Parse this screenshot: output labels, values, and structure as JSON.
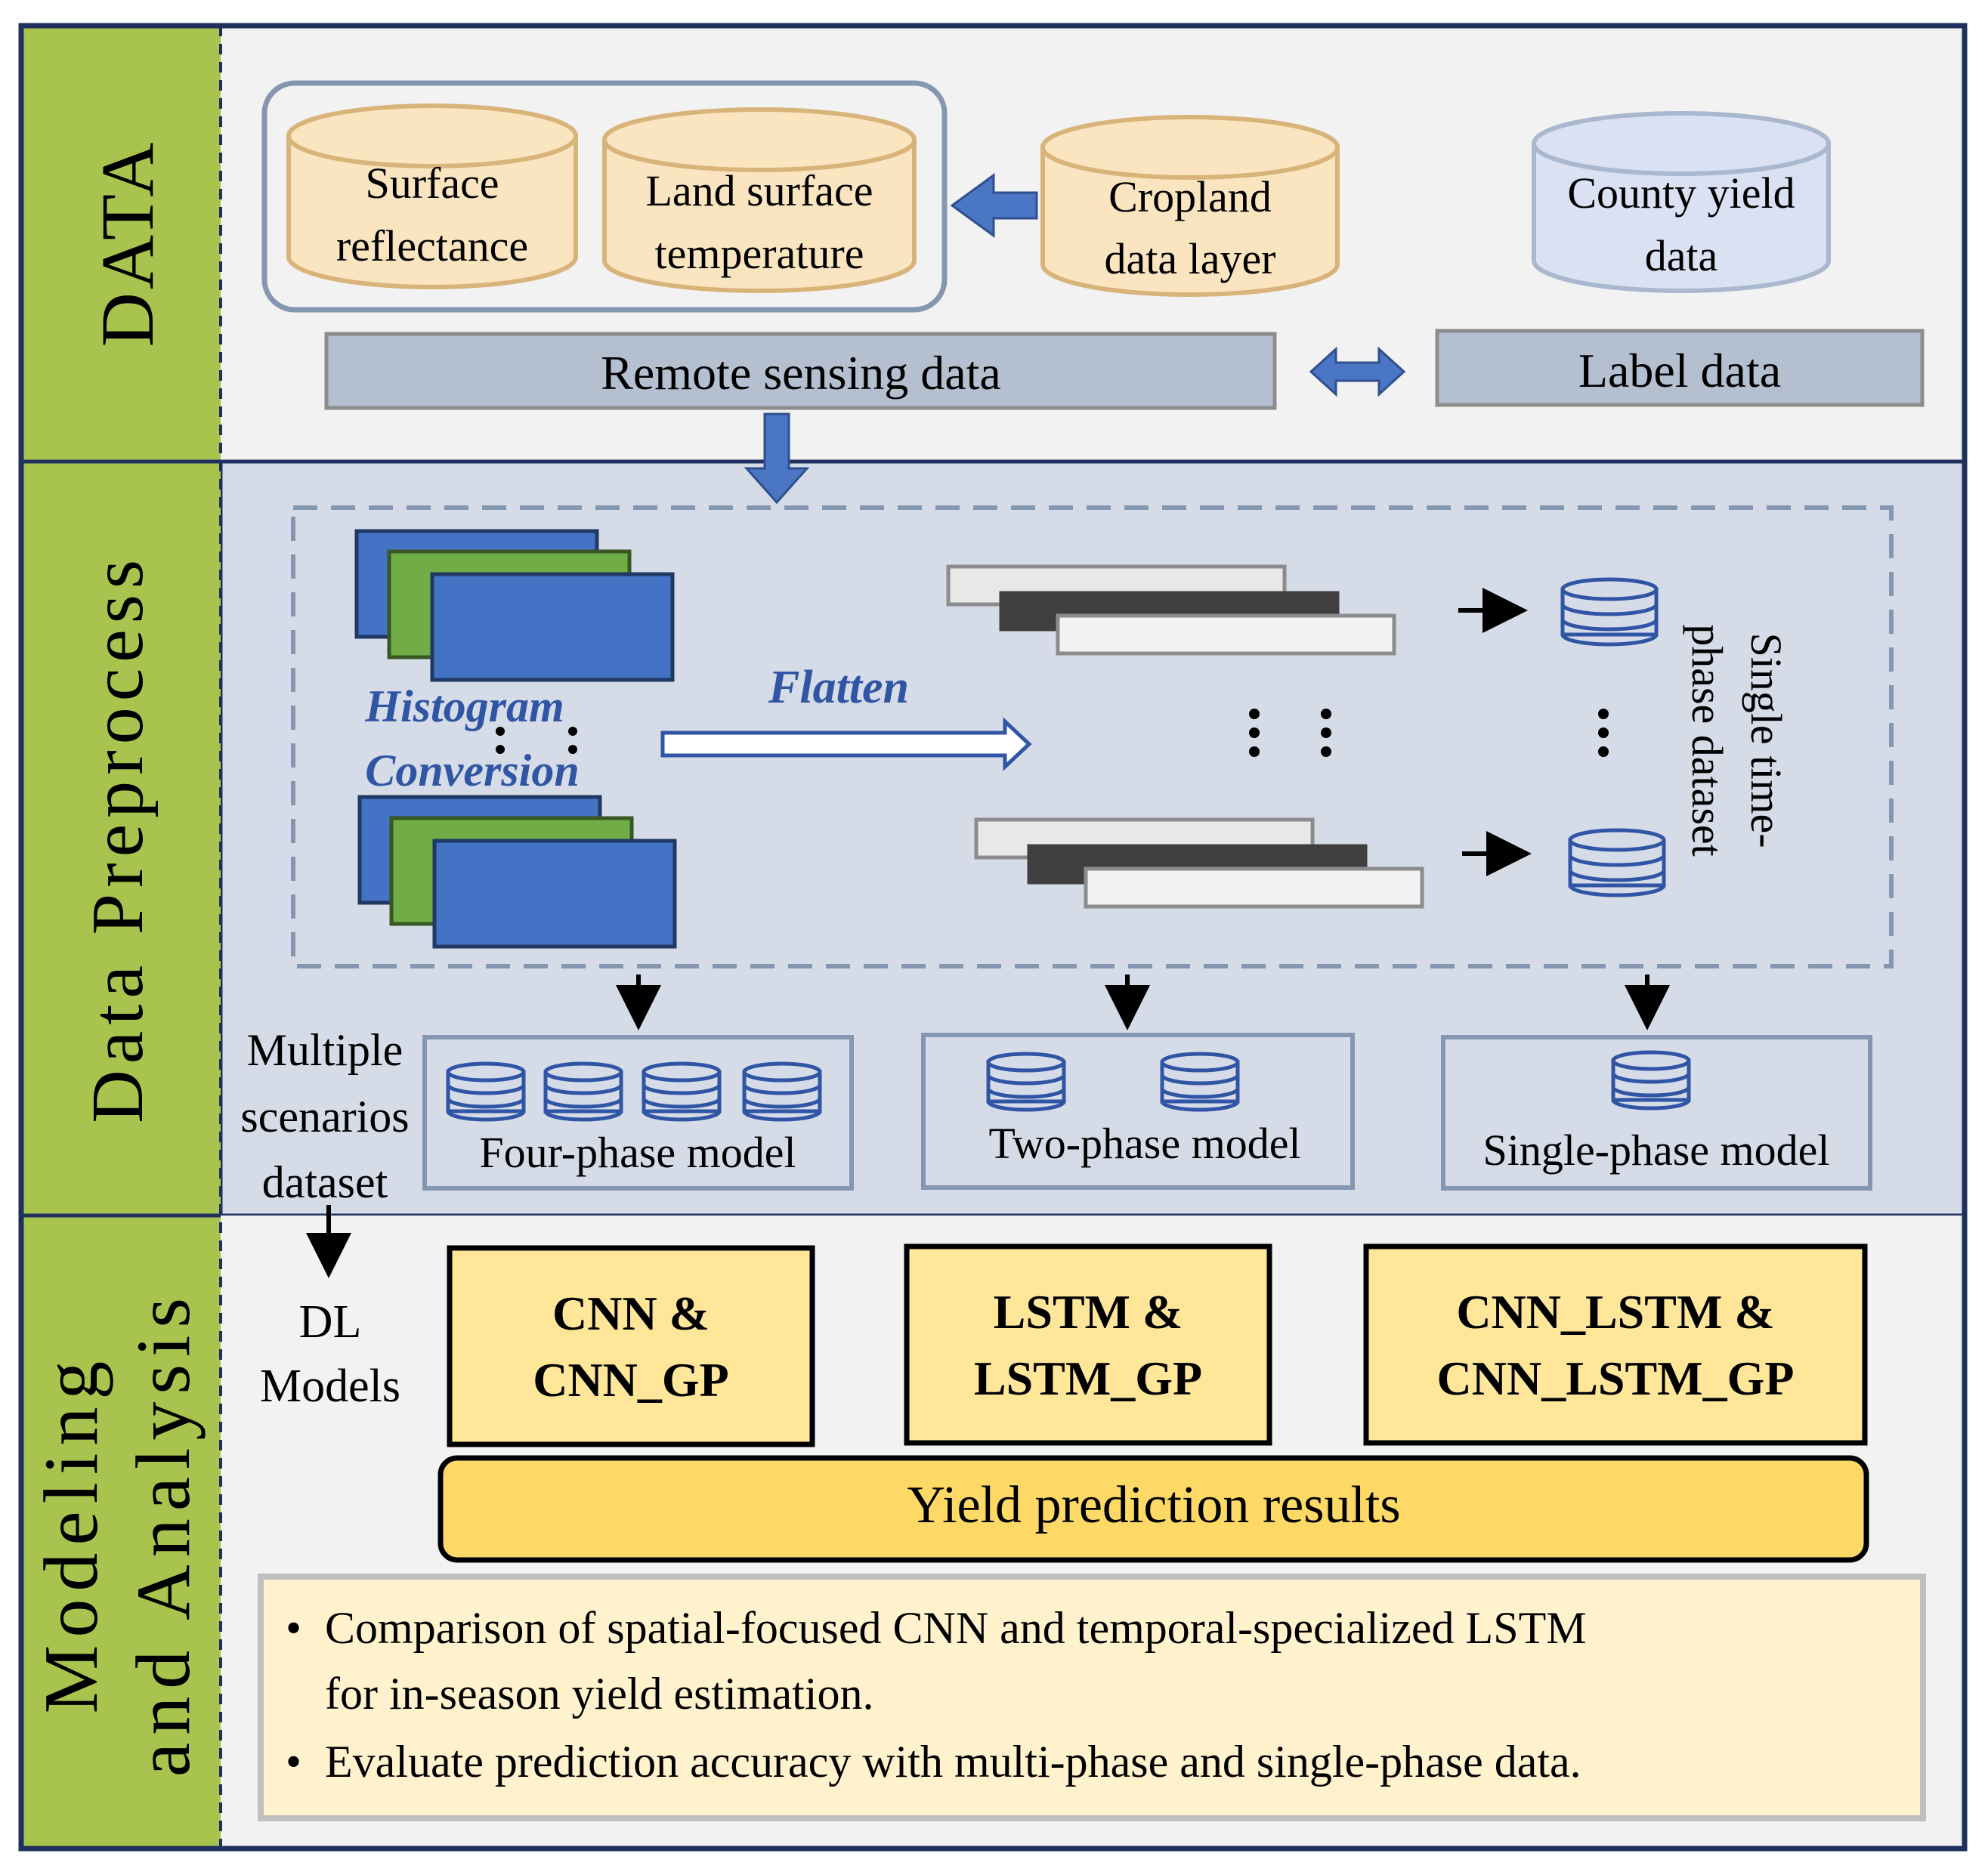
{
  "sections": {
    "data": "DATA",
    "preprocess": "Data Preprocess",
    "modeling_line1": "Modeling",
    "modeling_line2": "and Analysis"
  },
  "data_section": {
    "surface_reflectance": [
      "Surface",
      "reflectance"
    ],
    "land_surface_temperature": [
      "Land surface",
      "temperature"
    ],
    "cropland_data_layer": [
      "Cropland",
      "data layer"
    ],
    "county_yield_data": [
      "County yield",
      "data"
    ],
    "remote_sensing_label": "Remote sensing data",
    "label_data_label": "Label data"
  },
  "preprocess_section": {
    "histogram_conversion": [
      "Histogram",
      "Conversion"
    ],
    "flatten": "Flatten",
    "single_time_phase_dataset": [
      "Single time-",
      "phase dataset"
    ],
    "multiple_scenarios_dataset": [
      "Multiple",
      "scenarios",
      "dataset"
    ],
    "four_phase_model": "Four-phase model",
    "two_phase_model": "Two-phase model",
    "single_phase_model": "Single-phase model"
  },
  "modeling_section": {
    "dl_models": [
      "DL",
      "Models"
    ],
    "model_boxes": [
      [
        "CNN &",
        "CNN_GP"
      ],
      [
        "LSTM &",
        "LSTM_GP"
      ],
      [
        "CNN_LSTM &",
        "CNN_LSTM_GP"
      ]
    ],
    "yield_prediction_results": "Yield prediction results",
    "bullets": [
      [
        "Comparison of spatial-focused CNN and temporal-specialized LSTM",
        "for in-season yield estimation."
      ],
      [
        "Evaluate prediction accuracy with multi-phase and single-phase data."
      ]
    ]
  },
  "colors": {
    "section_band": "#a8c44e",
    "outer_border": "#1f2f5e",
    "data_bg": "#f2f2f2",
    "preprocess_bg": "#d5dce8",
    "cylinder_orange_fill": "#fbe5c0",
    "cylinder_orange_stroke": "#d9b47a",
    "cylinder_blue_fill": "#d9e1f2",
    "cylinder_blue_stroke": "#a9b7cf",
    "gray_bar": "#b4bfcf",
    "arrow_blue": "#4a76c4",
    "histogram_blue": "#4472c4",
    "histogram_green": "#70ad47",
    "model_box_fill": "#ffe699",
    "yield_bar_fill": "#ffd966",
    "bullets_bg": "#fff2cc"
  }
}
